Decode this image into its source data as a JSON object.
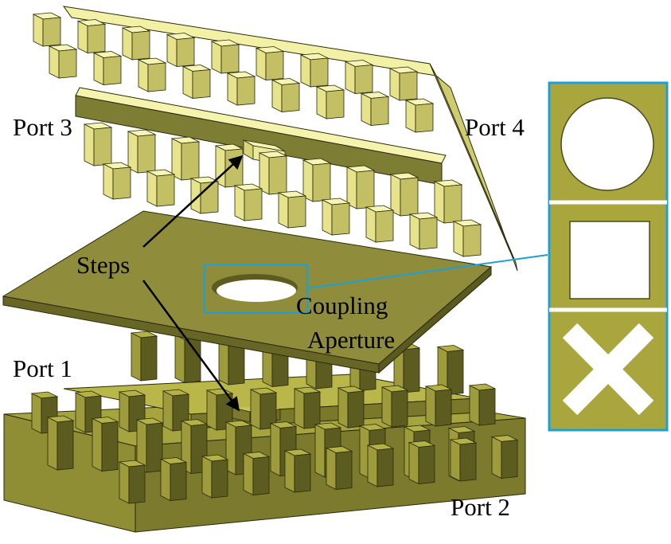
{
  "labels": {
    "port3": "Port 3",
    "port4": "Port 4",
    "port1": "Port 1",
    "port2": "Port 2",
    "steps": "Steps",
    "coupling_line1": "Coupling",
    "coupling_line2": "Aperture"
  },
  "colors": {
    "upper_block": "#f3f1a6",
    "upper_shadow": "#8b8a3c",
    "plate": "#8e8c3a",
    "lower_block": "#9d9b3c",
    "lower_shadow": "#5d5c20",
    "callout": "#1ba1d8",
    "aperture_panel": "#a9a63e"
  },
  "aperture_options": [
    "circle",
    "square",
    "cross"
  ]
}
